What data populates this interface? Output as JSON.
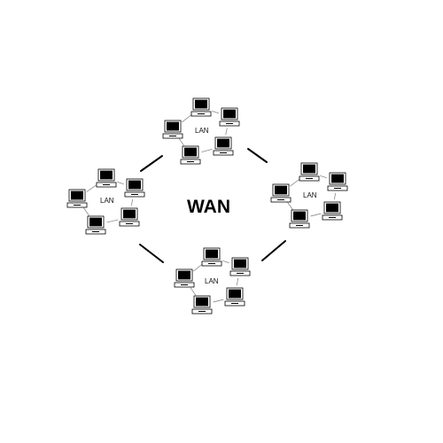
{
  "wan": {
    "label": "WAN"
  },
  "lans": [
    {
      "label": "LAN"
    },
    {
      "label": "LAN"
    },
    {
      "label": "LAN"
    },
    {
      "label": "LAN"
    }
  ],
  "icons": {
    "node": "computer-icon"
  },
  "colors": {
    "stroke": "#000000",
    "screen": "#000000",
    "link": "#8a8a8a",
    "background": "#ffffff"
  }
}
